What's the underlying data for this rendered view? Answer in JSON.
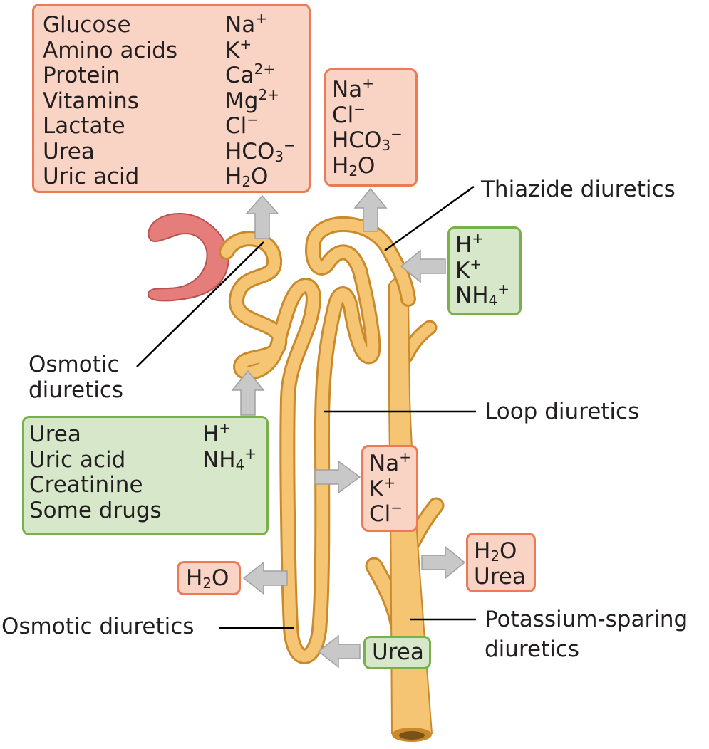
{
  "colors": {
    "tubule": "#f5c574",
    "tubule_edge": "#c98a2c",
    "capsule": "#e57e7a",
    "reabsorption_box": "#f9d3c4",
    "reabsorption_border": "#ec7a54",
    "secretion_box": "#d6e8c9",
    "secretion_border": "#79b04a",
    "arrow": "#c8c8c8"
  },
  "boxes": {
    "pct_reabsorb": {
      "left": [
        "Glucose",
        "Amino acids",
        "Protein",
        "Vitamins",
        "Lactate",
        "Urea",
        "Uric acid"
      ],
      "right": [
        {
          "base": "Na",
          "sup": "+"
        },
        {
          "base": "K",
          "sup": "+"
        },
        {
          "base": "Ca",
          "sup": "2+"
        },
        {
          "base": "Mg",
          "sup": "2+"
        },
        {
          "base": "Cl",
          "sup": "−"
        },
        {
          "base": "HCO",
          "sub": "3",
          "sup": "−"
        },
        {
          "base": "H",
          "sub": "2",
          "tail": "O"
        }
      ]
    },
    "dct_reabsorb": [
      {
        "base": "Na",
        "sup": "+"
      },
      {
        "base": "Cl",
        "sup": "−"
      },
      {
        "base": "HCO",
        "sub": "3",
        "sup": "−"
      },
      {
        "base": "H",
        "sub": "2",
        "tail": "O"
      }
    ],
    "dct_secrete": [
      {
        "base": "H",
        "sup": "+"
      },
      {
        "base": "K",
        "sup": "+"
      },
      {
        "base": "NH",
        "sub": "4",
        "sup": "+"
      }
    ],
    "pct_secrete": {
      "left": [
        "Urea",
        "Uric acid",
        "Creatinine",
        "Some drugs"
      ],
      "right": [
        {
          "base": "H",
          "sup": "+"
        },
        {
          "base": "NH",
          "sub": "4",
          "sup": "+"
        }
      ]
    },
    "loop_reabsorb": [
      {
        "base": "Na",
        "sup": "+"
      },
      {
        "base": "K",
        "sup": "+"
      },
      {
        "base": "Cl",
        "sup": "−"
      }
    ],
    "collecting_reabsorb": [
      "H2O",
      "Urea"
    ],
    "descending_water": {
      "base": "H",
      "sub": "2",
      "tail": "O"
    },
    "urea_secrete": "Urea"
  },
  "labels": {
    "thiazide": "Thiazide diuretics",
    "osmotic_top_1": "Osmotic",
    "osmotic_top_2": "diuretics",
    "loop": "Loop diuretics",
    "osmotic_bottom": "Osmotic diuretics",
    "k_sparing_1": "Potassium-sparing",
    "k_sparing_2": "diuretics"
  }
}
